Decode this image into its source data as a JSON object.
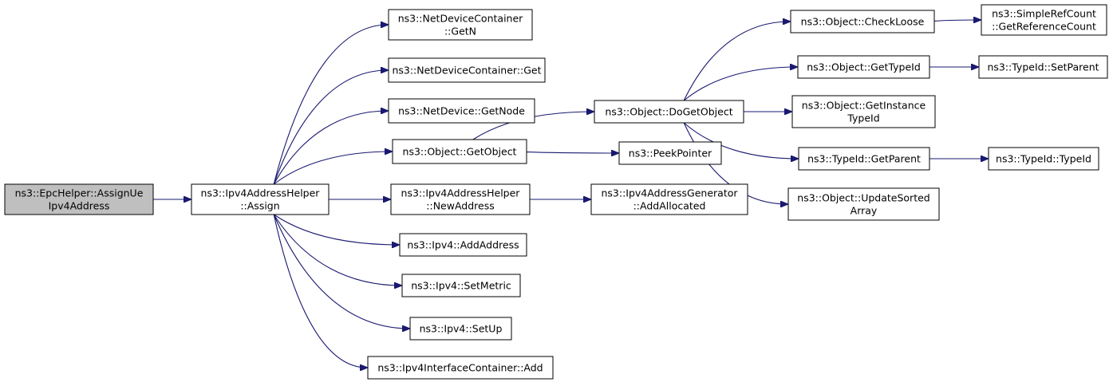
{
  "nodes": [
    {
      "id": "root",
      "lines": [
        "ns3::EpcHelper::AssignUe",
        "Ipv4Address"
      ],
      "root": true
    },
    {
      "id": "assign",
      "lines": [
        "ns3::Ipv4AddressHelper",
        "::Assign"
      ]
    },
    {
      "id": "ndc_getn",
      "lines": [
        "ns3::NetDeviceContainer",
        "::GetN"
      ]
    },
    {
      "id": "ndc_get",
      "lines": [
        "ns3::NetDeviceContainer::Get"
      ]
    },
    {
      "id": "nd_getnode",
      "lines": [
        "ns3::NetDevice::GetNode"
      ]
    },
    {
      "id": "getobject",
      "lines": [
        "ns3::Object::GetObject"
      ]
    },
    {
      "id": "newaddress",
      "lines": [
        "ns3::Ipv4AddressHelper",
        "::NewAddress"
      ]
    },
    {
      "id": "addaddress",
      "lines": [
        "ns3::Ipv4::AddAddress"
      ]
    },
    {
      "id": "setmetric",
      "lines": [
        "ns3::Ipv4::SetMetric"
      ]
    },
    {
      "id": "setup",
      "lines": [
        "ns3::Ipv4::SetUp"
      ]
    },
    {
      "id": "iic_add",
      "lines": [
        "ns3::Ipv4InterfaceContainer::Add"
      ]
    },
    {
      "id": "dogetobject",
      "lines": [
        "ns3::Object::DoGetObject"
      ]
    },
    {
      "id": "peekpointer",
      "lines": [
        "ns3::PeekPointer"
      ]
    },
    {
      "id": "addallocated",
      "lines": [
        "ns3::Ipv4AddressGenerator",
        "::AddAllocated"
      ]
    },
    {
      "id": "checkloose",
      "lines": [
        "ns3::Object::CheckLoose"
      ]
    },
    {
      "id": "gettypeid",
      "lines": [
        "ns3::Object::GetTypeId"
      ]
    },
    {
      "id": "getinstancetypeid",
      "lines": [
        "ns3::Object::GetInstance",
        "TypeId"
      ]
    },
    {
      "id": "getparent",
      "lines": [
        "ns3::TypeId::GetParent"
      ]
    },
    {
      "id": "updatesorted",
      "lines": [
        "ns3::Object::UpdateSorted",
        "Array"
      ]
    },
    {
      "id": "getrefcount",
      "lines": [
        "ns3::SimpleRefCount",
        "::GetReferenceCount"
      ]
    },
    {
      "id": "setparent",
      "lines": [
        "ns3::TypeId::SetParent"
      ]
    },
    {
      "id": "typeid",
      "lines": [
        "ns3::TypeId::TypeId"
      ]
    }
  ],
  "edges": [
    [
      "root",
      "assign"
    ],
    [
      "assign",
      "ndc_getn"
    ],
    [
      "assign",
      "ndc_get"
    ],
    [
      "assign",
      "nd_getnode"
    ],
    [
      "assign",
      "getobject"
    ],
    [
      "assign",
      "newaddress"
    ],
    [
      "assign",
      "addaddress"
    ],
    [
      "assign",
      "setmetric"
    ],
    [
      "assign",
      "setup"
    ],
    [
      "assign",
      "iic_add"
    ],
    [
      "getobject",
      "dogetobject"
    ],
    [
      "getobject",
      "peekpointer"
    ],
    [
      "newaddress",
      "addallocated"
    ],
    [
      "dogetobject",
      "checkloose"
    ],
    [
      "dogetobject",
      "gettypeid"
    ],
    [
      "dogetobject",
      "getinstancetypeid"
    ],
    [
      "dogetobject",
      "getparent"
    ],
    [
      "dogetobject",
      "updatesorted"
    ],
    [
      "checkloose",
      "getrefcount"
    ],
    [
      "gettypeid",
      "setparent"
    ],
    [
      "getparent",
      "typeid"
    ]
  ]
}
